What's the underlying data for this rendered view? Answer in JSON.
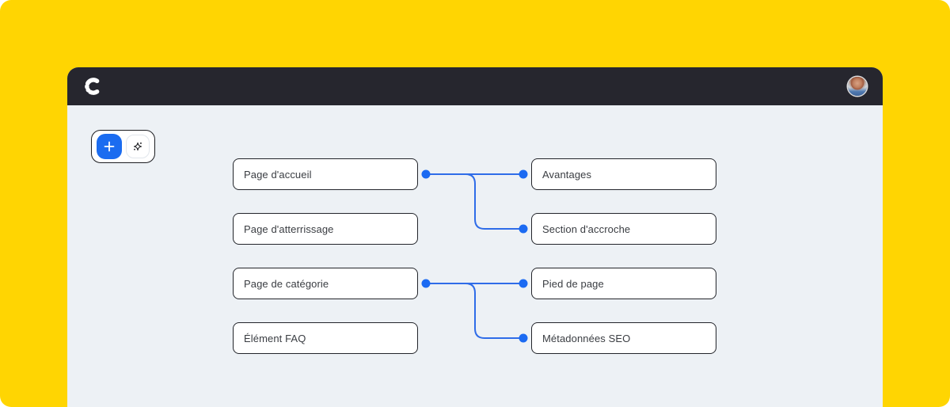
{
  "page": {
    "background_color": "#ffd502",
    "canvas_color": "#edf1f5",
    "header_color": "#26262e",
    "accent_blue": "#1b6cf0"
  },
  "header": {
    "logo": "C",
    "avatar": "user-avatar"
  },
  "toolbar": {
    "add_button": "+",
    "ai_button": "sparkle"
  },
  "diagram": {
    "left_nodes": [
      "Page d'accueil",
      "Page d'atterrissage",
      "Page de catégorie",
      "Élément FAQ"
    ],
    "right_nodes": [
      "Avantages",
      "Section d'accroche",
      "Pied de page",
      "Métadonnées SEO"
    ],
    "connections": [
      {
        "from": "Page d'accueil",
        "to": [
          "Avantages",
          "Section d'accroche"
        ]
      },
      {
        "from": "Page de catégorie",
        "to": [
          "Pied de page",
          "Métadonnées SEO"
        ]
      }
    ]
  }
}
